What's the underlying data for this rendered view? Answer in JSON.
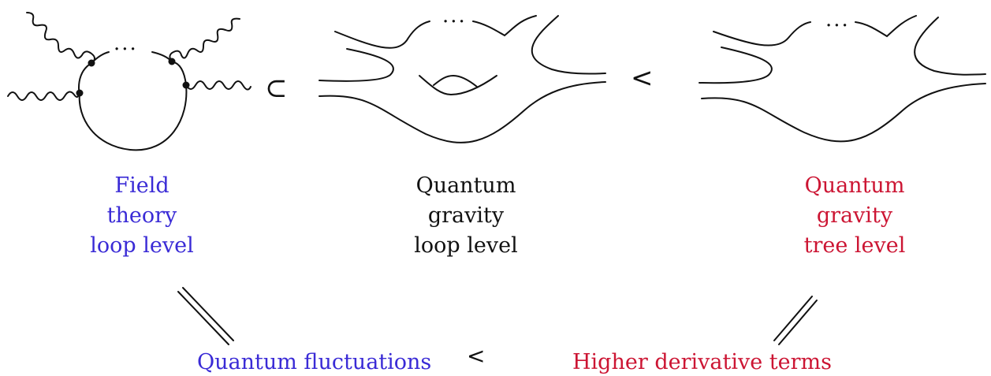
{
  "relations": {
    "subset": "⊂",
    "less_than_top": "<",
    "less_than_bottom": "<"
  },
  "ellipsis": "···",
  "columns": {
    "field_theory": {
      "line1": "Field",
      "line2": "theory",
      "line3": "loop level",
      "color": "#3a2bd6"
    },
    "qg_loop": {
      "line1": "Quantum",
      "line2": "gravity",
      "line3": "loop level",
      "color": "#111111"
    },
    "qg_tree": {
      "line1": "Quantum",
      "line2": "gravity",
      "line3": "tree level",
      "color": "#cc1533"
    }
  },
  "bottom": {
    "left": "Quantum fluctuations",
    "right": "Higher derivative terms"
  }
}
